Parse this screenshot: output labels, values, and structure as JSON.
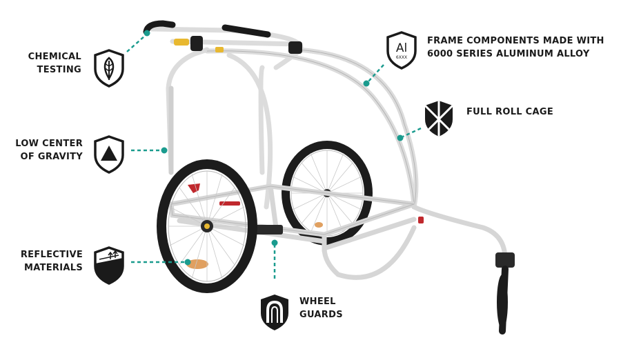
{
  "features": {
    "chemical_testing": {
      "line1": "CHEMICAL",
      "line2": "TESTING",
      "icon": "leaf-shield-icon"
    },
    "low_center": {
      "line1": "LOW CENTER",
      "line2": "OF GRAVITY",
      "icon": "triangle-shield-icon"
    },
    "reflective": {
      "line1": "REFLECTIVE",
      "line2": "MATERIALS",
      "icon": "reflective-shield-icon"
    },
    "wheel_guards": {
      "line1": "WHEEL",
      "line2": "GUARDS",
      "icon": "wheel-guard-shield-icon"
    },
    "frame": {
      "line1": "FRAME COMPONENTS MADE WITH",
      "line2": "6000 SERIES ALUMINUM ALLOY",
      "icon_text": "Al",
      "icon_subtext": "6XXX",
      "icon": "aluminum-shield-icon"
    },
    "roll_cage": {
      "line1": "FULL ROLL CAGE",
      "icon": "roll-cage-shield-icon"
    }
  },
  "colors": {
    "accent": "#1a9b8e",
    "text": "#1a1a1a",
    "frame": "#d9d9d9",
    "tire": "#1c1c1c",
    "reflector": "#e0a060",
    "red": "#c0282d"
  }
}
